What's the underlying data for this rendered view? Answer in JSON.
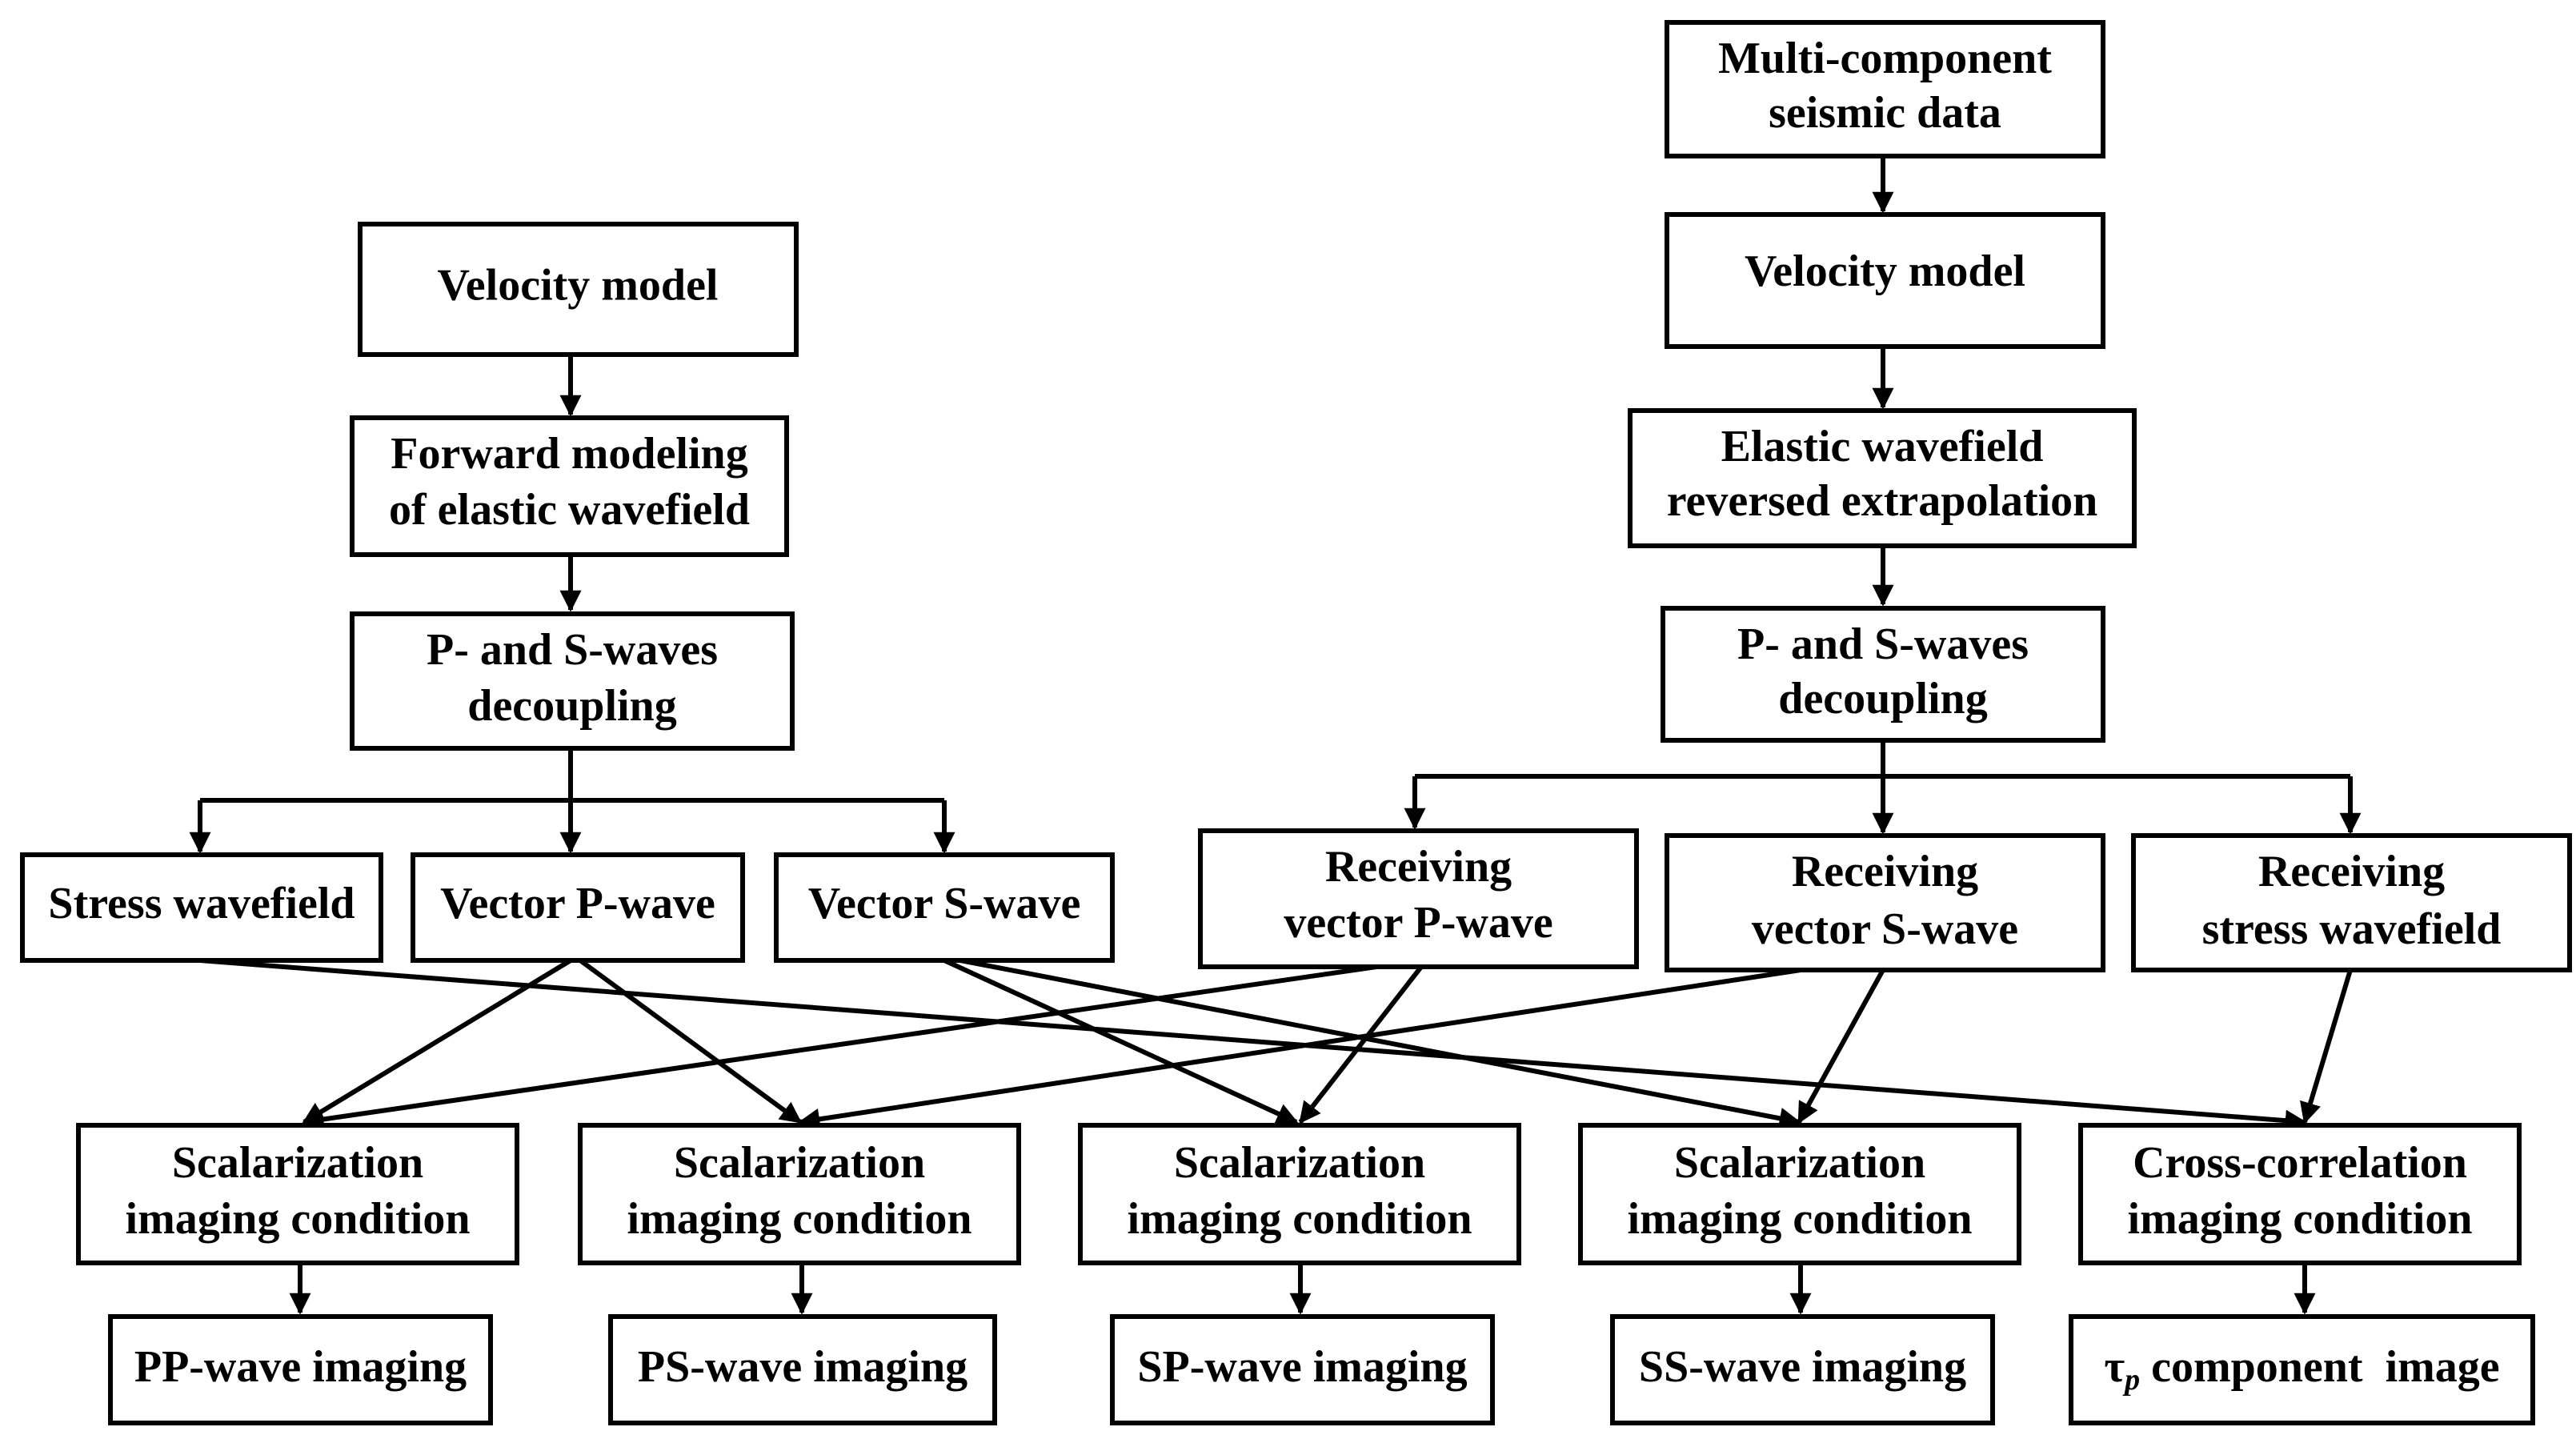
{
  "nodes": {
    "l_velocity": {
      "lines": [
        "Velocity model"
      ]
    },
    "l_forward": {
      "lines": [
        "Forward modeling",
        "of elastic wavefield"
      ]
    },
    "l_decouple": {
      "lines": [
        "P- and S-waves",
        "decoupling"
      ]
    },
    "l_stress": {
      "lines": [
        "Stress wavefield"
      ]
    },
    "l_vecp": {
      "lines": [
        "Vector P-wave"
      ]
    },
    "l_vecs": {
      "lines": [
        "Vector S-wave"
      ]
    },
    "r_multi": {
      "lines": [
        "Multi-component",
        "seismic data"
      ]
    },
    "r_velocity": {
      "lines": [
        "Velocity model"
      ]
    },
    "r_elastic": {
      "lines": [
        "Elastic wavefield",
        "reversed extrapolation"
      ]
    },
    "r_decouple": {
      "lines": [
        "P- and S-waves",
        "decoupling"
      ]
    },
    "r_recp": {
      "lines": [
        "Receiving",
        "vector P-wave"
      ]
    },
    "r_recs": {
      "lines": [
        "Receiving",
        "vector S-wave"
      ]
    },
    "r_recstress": {
      "lines": [
        "Receiving",
        "stress wavefield"
      ]
    },
    "c_pp": {
      "lines": [
        "Scalarization",
        "imaging condition"
      ]
    },
    "c_ps": {
      "lines": [
        "Scalarization",
        "imaging condition"
      ]
    },
    "c_sp": {
      "lines": [
        "Scalarization",
        "imaging condition"
      ]
    },
    "c_ss": {
      "lines": [
        "Scalarization",
        "imaging condition"
      ]
    },
    "c_cc": {
      "lines": [
        "Cross-correlation",
        "imaging condition"
      ]
    },
    "o_pp": {
      "lines": [
        "PP-wave imaging"
      ]
    },
    "o_ps": {
      "lines": [
        "PS-wave imaging"
      ]
    },
    "o_sp": {
      "lines": [
        "SP-wave imaging"
      ]
    },
    "o_ss": {
      "lines": [
        "SS-wave imaging"
      ]
    },
    "o_tau": {
      "symbol": "τ",
      "subscript": "p",
      "rest": " component  image"
    }
  },
  "edges": [
    [
      "l_velocity",
      "l_forward"
    ],
    [
      "l_forward",
      "l_decouple"
    ],
    [
      "l_decouple",
      "l_stress"
    ],
    [
      "l_decouple",
      "l_vecp"
    ],
    [
      "l_decouple",
      "l_vecs"
    ],
    [
      "r_multi",
      "r_velocity"
    ],
    [
      "r_velocity",
      "r_elastic"
    ],
    [
      "r_elastic",
      "r_decouple"
    ],
    [
      "r_decouple",
      "r_recp"
    ],
    [
      "r_decouple",
      "r_recs"
    ],
    [
      "r_decouple",
      "r_recstress"
    ],
    [
      "l_vecp",
      "c_pp"
    ],
    [
      "r_recp",
      "c_pp"
    ],
    [
      "l_vecp",
      "c_ps"
    ],
    [
      "r_recs",
      "c_ps"
    ],
    [
      "l_vecs",
      "c_sp"
    ],
    [
      "r_recp",
      "c_sp"
    ],
    [
      "l_vecs",
      "c_ss"
    ],
    [
      "r_recs",
      "c_ss"
    ],
    [
      "l_stress",
      "c_cc"
    ],
    [
      "r_recstress",
      "c_cc"
    ],
    [
      "c_pp",
      "o_pp"
    ],
    [
      "c_ps",
      "o_ps"
    ],
    [
      "c_sp",
      "o_sp"
    ],
    [
      "c_ss",
      "o_ss"
    ],
    [
      "c_cc",
      "o_tau"
    ]
  ]
}
